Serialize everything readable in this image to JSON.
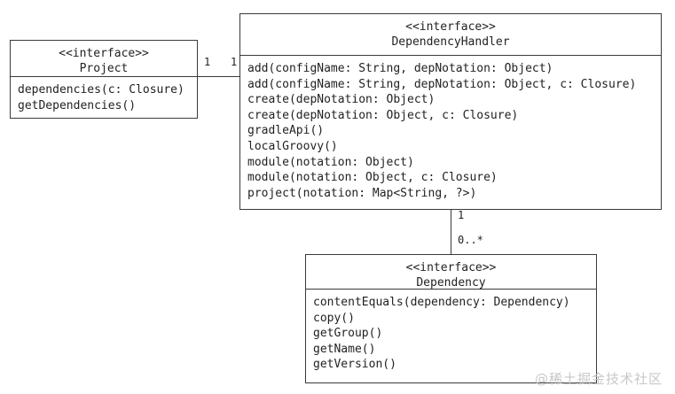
{
  "diagram": {
    "type": "uml-class-diagram",
    "background_color": "#ffffff",
    "line_color": "#3a3a3a",
    "text_color": "#222222"
  },
  "classes": [
    {
      "id": "project",
      "stereotype": "<<interface>>",
      "name": "Project",
      "members": [
        "dependencies(c: Closure)",
        "getDependencies()"
      ]
    },
    {
      "id": "dependencyhandler",
      "stereotype": "<<interface>>",
      "name": "DependencyHandler",
      "members": [
        "add(configName: String, depNotation: Object)",
        "add(configName: String, depNotation: Object, c: Closure)",
        "create(depNotation: Object)",
        "create(depNotation: Object, c: Closure)",
        "gradleApi()",
        "localGroovy()",
        "module(notation: Object)",
        "module(notation: Object, c: Closure)",
        "project(notation: Map<String, ?>)"
      ]
    },
    {
      "id": "dependency",
      "stereotype": "<<interface>>",
      "name": "Dependency",
      "members": [
        "contentEquals(dependency: Dependency)",
        "copy()",
        "getGroup()",
        "getName()",
        "getVersion()"
      ]
    }
  ],
  "associations": [
    {
      "id": "project-to-dependencyhandler",
      "from": "Project",
      "to": "DependencyHandler",
      "source_multiplicity": "1",
      "target_multiplicity": "1"
    },
    {
      "id": "dependencyhandler-to-dependency",
      "from": "DependencyHandler",
      "to": "Dependency",
      "source_multiplicity": "1",
      "target_multiplicity": "0..*"
    }
  ],
  "watermark": {
    "text": "@稀土掘金技术社区"
  }
}
